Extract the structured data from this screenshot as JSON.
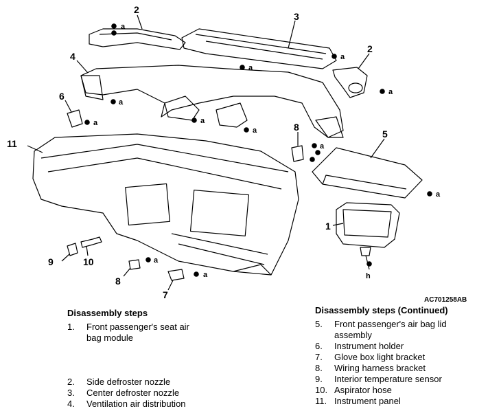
{
  "figure_code": "AC701258AB",
  "callouts": [
    "1",
    "2",
    "3",
    "4",
    "5",
    "6",
    "7",
    "8",
    "10",
    "11"
  ],
  "fastener_labels": [
    "a",
    "h"
  ],
  "left_column": {
    "heading": "Disassembly steps",
    "steps": [
      {
        "num": "1.",
        "text": "Front passenger's seat air bag module"
      },
      {
        "num": "2.",
        "text": "Side defroster nozzle"
      },
      {
        "num": "3.",
        "text": "Center defroster nozzle"
      },
      {
        "num": "4.",
        "text": "Ventilation air distribution"
      }
    ]
  },
  "right_column": {
    "heading": "Disassembly steps (Continued)",
    "steps": [
      {
        "num": "5.",
        "text": "Front passenger's air bag lid assembly"
      },
      {
        "num": "6.",
        "text": "Instrument holder"
      },
      {
        "num": "7.",
        "text": "Glove box light bracket"
      },
      {
        "num": "8.",
        "text": "Wiring harness bracket"
      },
      {
        "num": "9.",
        "text": "Interior temperature sensor"
      },
      {
        "num": "10.",
        "text": "Aspirator hose"
      },
      {
        "num": "11.",
        "text": "Instrument panel"
      }
    ]
  }
}
